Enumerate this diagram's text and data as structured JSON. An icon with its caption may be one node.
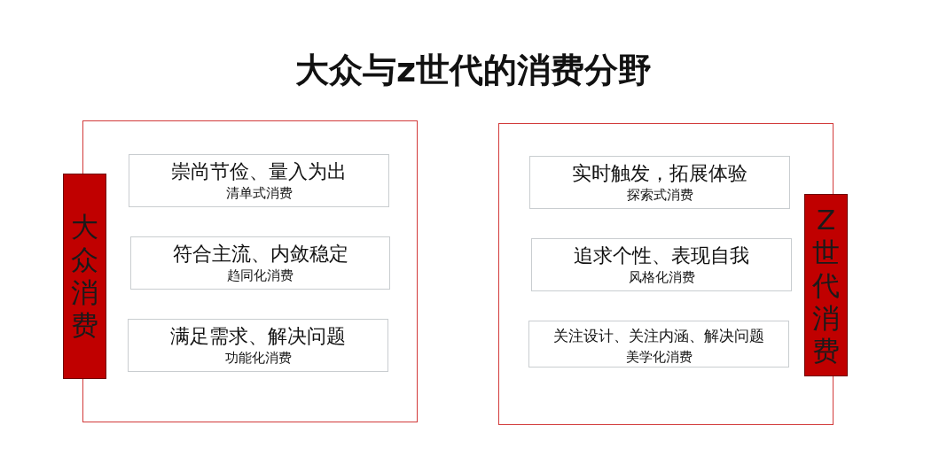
{
  "diagram": {
    "title": "大众与z世代的消费分野",
    "nodes": [
      {
        "text": [],
        "shape": "box"
      },
      {
        "text": [
          "大众消费"
        ]
      },
      {
        "text": [
          "崇尚节俭、量入为出",
          "清单式消费"
        ],
        "in": 0
      },
      {
        "text": [
          "符合主流、内敛稳定",
          "趋同化消费"
        ],
        "in": 0
      },
      {
        "text": [
          "满足需求、解决问题",
          "功能化消费"
        ],
        "in": 0
      },
      {
        "text": [],
        "shape": "box"
      },
      {
        "text": [
          "Z世代消费"
        ]
      },
      {
        "text": [
          "实时触发，拓展体验",
          "探索式消费"
        ],
        "in": 5
      },
      {
        "text": [
          "追求个性、表现自我",
          "风格化消费"
        ],
        "in": 5
      },
      {
        "text": [
          "关注设计、关注内涵、解决问题",
          "美学化消费"
        ],
        "in": 5
      }
    ]
  }
}
